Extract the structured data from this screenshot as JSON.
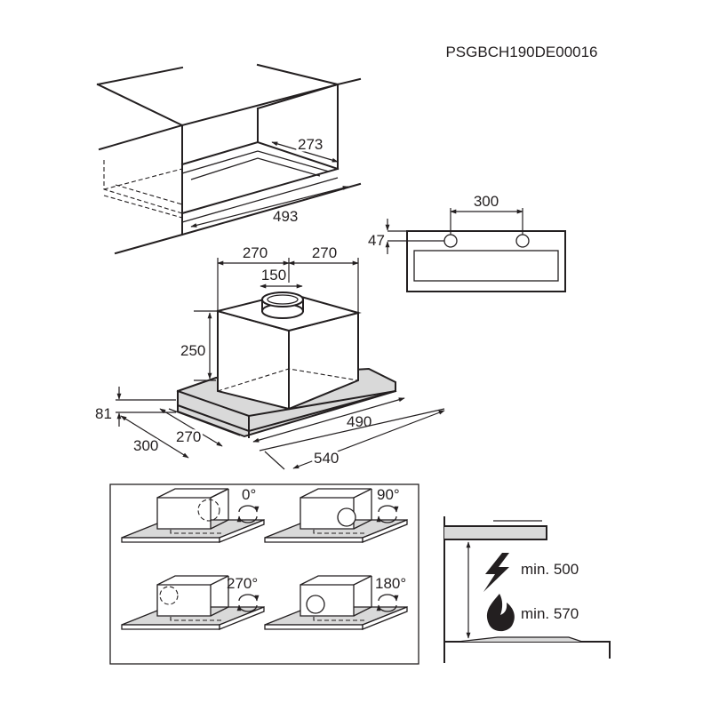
{
  "doc_code": "PSGBCH190DE00016",
  "cabinet": {
    "cutout_depth": "273",
    "cutout_width": "493"
  },
  "duct_panel": {
    "spacing": "300",
    "height": "47"
  },
  "hood": {
    "left_offset": "270",
    "right_offset": "270",
    "outlet_diameter": "150",
    "box_height": "250",
    "panel_height": "81",
    "depth_outer": "300",
    "depth_inner": "270",
    "width_inner": "490",
    "width_outer": "540"
  },
  "rotation": {
    "deg_0": "0°",
    "deg_90": "90°",
    "deg_270": "270°",
    "deg_180": "180°"
  },
  "clearance": {
    "electric": "min. 500",
    "gas": "min. 570"
  },
  "icons": [
    "rotate-icon",
    "lightning-icon",
    "flame-icon"
  ]
}
